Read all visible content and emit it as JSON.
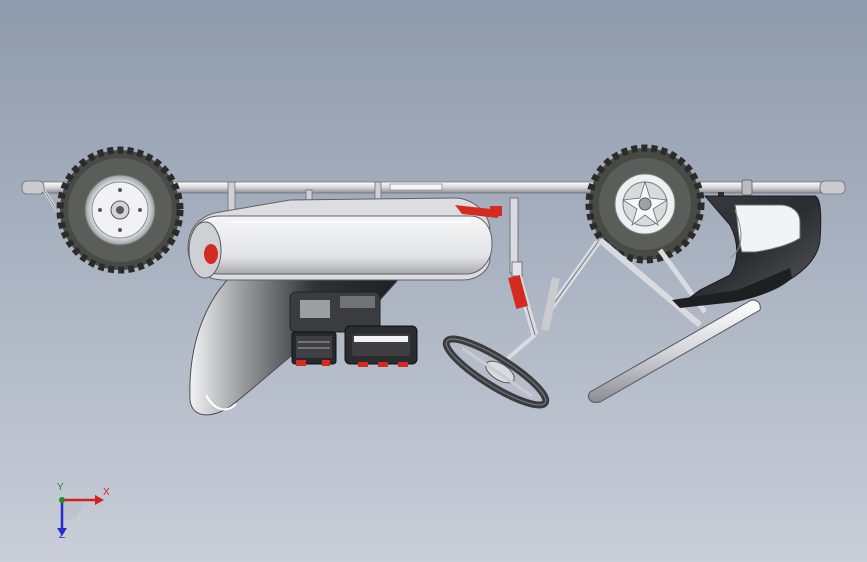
{
  "viewport": {
    "background_top": "#8f9aab",
    "background_bottom": "#c9ced8"
  },
  "model": {
    "parts": [
      "frame-rail",
      "rear-wheel",
      "front-wheel",
      "seat",
      "rear-fender",
      "engine",
      "fuel-tank",
      "steering-wheel",
      "steering-column",
      "front-bumper",
      "front-nose"
    ],
    "colors": {
      "frame": "#d9dbe0",
      "tire": "#4a4c48",
      "accent": "#d42a20",
      "body_dark": "#2e3034",
      "body_light": "#e8e9ec"
    }
  },
  "triad": {
    "x_label": "X",
    "y_label": "Y",
    "z_label": "Z",
    "x_color": "#d42020",
    "y_color": "#1c8f1c",
    "z_color": "#2a2ad0"
  }
}
